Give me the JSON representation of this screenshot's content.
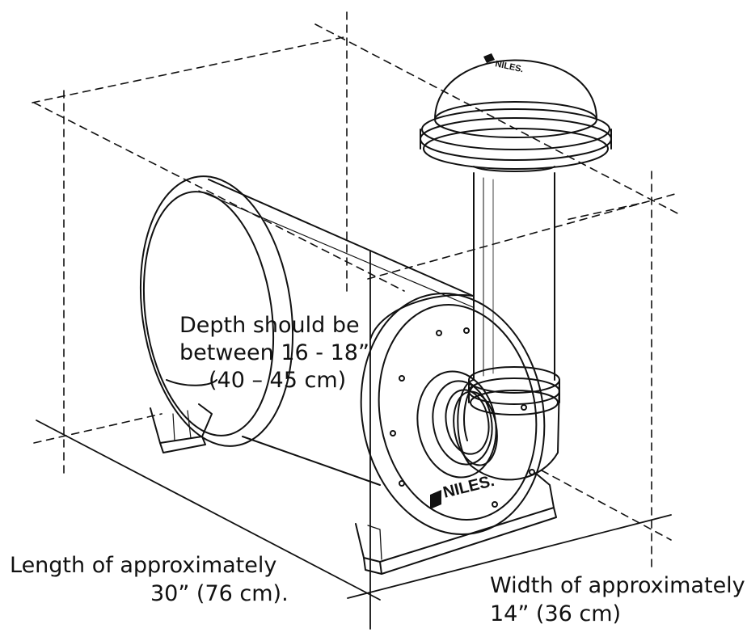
{
  "brand": {
    "top_logo": "NILES.",
    "front_logo": "NILES."
  },
  "labels": {
    "depth_line1": "Depth should be",
    "depth_line2": "between 16 - 18”",
    "depth_line3": "(40 – 45 cm)",
    "length_line1": "Length of approximately",
    "length_line2": "30” (76 cm).",
    "width_line1": "Width of approximately",
    "width_line2": "14” (36 cm)"
  },
  "colors": {
    "line": "#111111",
    "background": "#ffffff"
  }
}
